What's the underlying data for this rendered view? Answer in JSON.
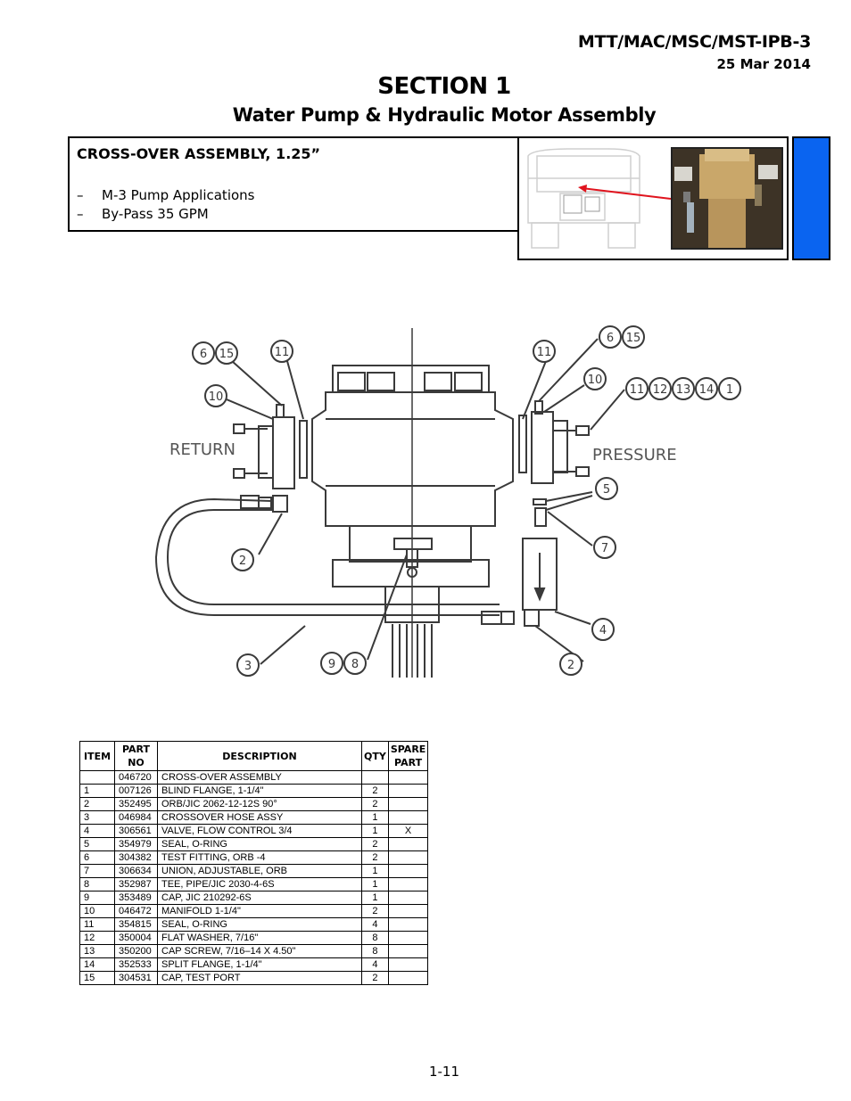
{
  "header": {
    "doc_id": "MTT/MAC/MSC/MST-IPB-3",
    "date": "25 Mar 2014",
    "section": "SECTION 1",
    "assembly": "Water Pump & Hydraulic Motor Assembly"
  },
  "summary": {
    "title": "CROSS-OVER ASSEMBLY, 1.25”",
    "bullets": [
      "M-3 Pump Applications",
      "By-Pass 35 GPM"
    ],
    "dash": "–"
  },
  "diagram": {
    "labels": {
      "return": "RETURN",
      "pressure": "PRESSURE"
    },
    "callouts": {
      "left_top_a": "6",
      "left_top_b": "15",
      "left_seal": "11",
      "left_manifold": "10",
      "right_seal": "11",
      "right_top_a": "6",
      "right_top_b": "15",
      "right_manifold": "10",
      "right_group": [
        "11",
        "12",
        "13",
        "14",
        "1"
      ],
      "seal": "5",
      "union": "7",
      "elbow_left": "2",
      "valve": "4",
      "hose": "3",
      "tee_a": "9",
      "tee_b": "8",
      "elbow_right": "2"
    },
    "colors": {
      "tab": "#0a64f0",
      "arrow": "#e0141e"
    }
  },
  "table": {
    "headers": [
      "ITEM",
      "PART NO",
      "DESCRIPTION",
      "QTY",
      "SPARE PART"
    ],
    "rows": [
      {
        "item": "",
        "part": "046720",
        "desc": "CROSS-OVER ASSEMBLY",
        "qty": "",
        "spare": ""
      },
      {
        "item": "1",
        "part": "007126",
        "desc": "BLIND FLANGE, 1-1/4\"",
        "qty": "2",
        "spare": ""
      },
      {
        "item": "2",
        "part": "352495",
        "desc": "ORB/JIC 2062-12-12S 90°",
        "qty": "2",
        "spare": ""
      },
      {
        "item": "3",
        "part": "046984",
        "desc": "CROSSOVER HOSE ASSY",
        "qty": "1",
        "spare": ""
      },
      {
        "item": "4",
        "part": "306561",
        "desc": "VALVE, FLOW CONTROL 3/4",
        "qty": "1",
        "spare": "X"
      },
      {
        "item": "5",
        "part": "354979",
        "desc": "SEAL, O-RING",
        "qty": "2",
        "spare": ""
      },
      {
        "item": "6",
        "part": "304382",
        "desc": "TEST FITTING, ORB -4",
        "qty": "2",
        "spare": ""
      },
      {
        "item": "7",
        "part": "306634",
        "desc": "UNION, ADJUSTABLE, ORB",
        "qty": "1",
        "spare": ""
      },
      {
        "item": "8",
        "part": "352987",
        "desc": "TEE, PIPE/JIC 2030-4-6S",
        "qty": "1",
        "spare": ""
      },
      {
        "item": "9",
        "part": "353489",
        "desc": "CAP, JIC 210292-6S",
        "qty": "1",
        "spare": ""
      },
      {
        "item": "10",
        "part": "046472",
        "desc": "MANIFOLD 1-1/4\"",
        "qty": "2",
        "spare": ""
      },
      {
        "item": "11",
        "part": "354815",
        "desc": "SEAL, O-RING",
        "qty": "4",
        "spare": ""
      },
      {
        "item": "12",
        "part": "350004",
        "desc": "FLAT WASHER, 7/16\"",
        "qty": "8",
        "spare": ""
      },
      {
        "item": "13",
        "part": "350200",
        "desc": "CAP SCREW, 7/16–14 X 4.50\"",
        "qty": "8",
        "spare": ""
      },
      {
        "item": "14",
        "part": "352533",
        "desc": "SPLIT FLANGE, 1-1/4\"",
        "qty": "4",
        "spare": ""
      },
      {
        "item": "15",
        "part": "304531",
        "desc": "CAP, TEST PORT",
        "qty": "2",
        "spare": ""
      }
    ]
  },
  "footer": {
    "page": "1-11"
  }
}
